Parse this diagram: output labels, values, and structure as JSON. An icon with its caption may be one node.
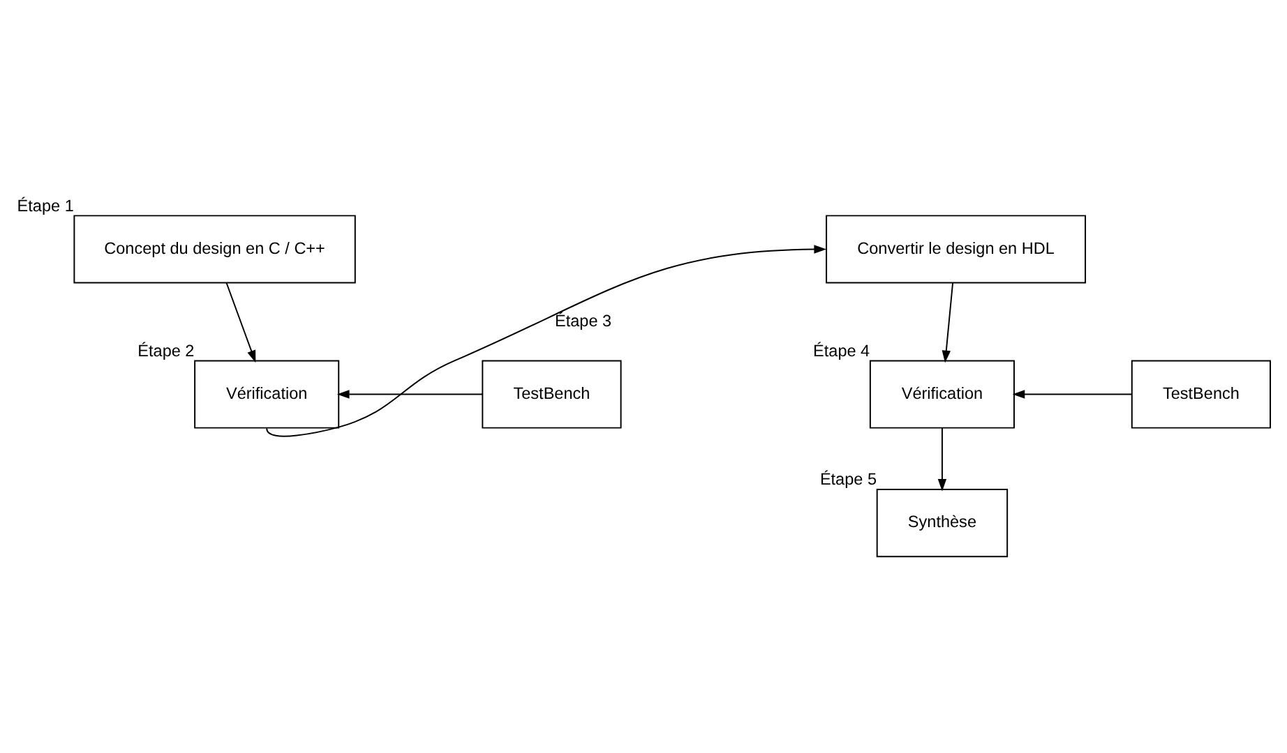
{
  "diagram": {
    "nodes": [
      {
        "text": [
          "Concept du design en C / C++"
        ],
        "beside": [
          "Étape 1"
        ]
      },
      {
        "text": [
          "Vérification"
        ],
        "beside": [
          "Étape 2"
        ]
      },
      {
        "text": [
          "TestBench"
        ]
      },
      {
        "text": [
          "Convertir le design en HDL"
        ]
      },
      {
        "text": [
          "Vérification"
        ],
        "beside": [
          "Étape 4"
        ]
      },
      {
        "text": [
          "TestBench"
        ]
      },
      {
        "text": [
          "Synthèse"
        ],
        "beside": [
          "Étape 5"
        ]
      }
    ],
    "edges": [
      {
        "from": 0,
        "to": 1,
        "arrow": "to"
      },
      {
        "from": 2,
        "to": 1,
        "arrow": "to"
      },
      {
        "from": 1,
        "to": 3,
        "arrow": "to",
        "label": "Étape 3"
      },
      {
        "from": 3,
        "to": 4,
        "arrow": "to"
      },
      {
        "from": 5,
        "to": 4,
        "arrow": "to"
      },
      {
        "from": 4,
        "to": 6,
        "arrow": "to"
      }
    ]
  }
}
